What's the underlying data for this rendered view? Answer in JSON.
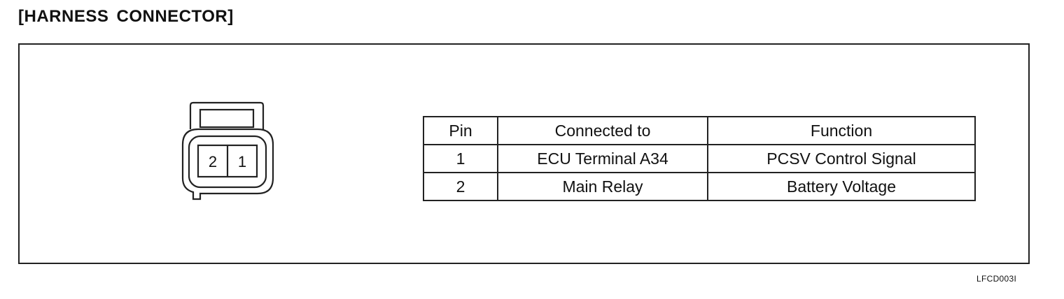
{
  "heading": "[HARNESS CONNECTOR]",
  "connector": {
    "pins": [
      "2",
      "1"
    ]
  },
  "pin_table": {
    "headers": [
      "Pin",
      "Connected to",
      "Function"
    ],
    "rows": [
      [
        "1",
        "ECU Terminal A34",
        "PCSV Control Signal"
      ],
      [
        "2",
        "Main Relay",
        "Battery Voltage"
      ]
    ]
  },
  "figure_code": "LFCD003I"
}
